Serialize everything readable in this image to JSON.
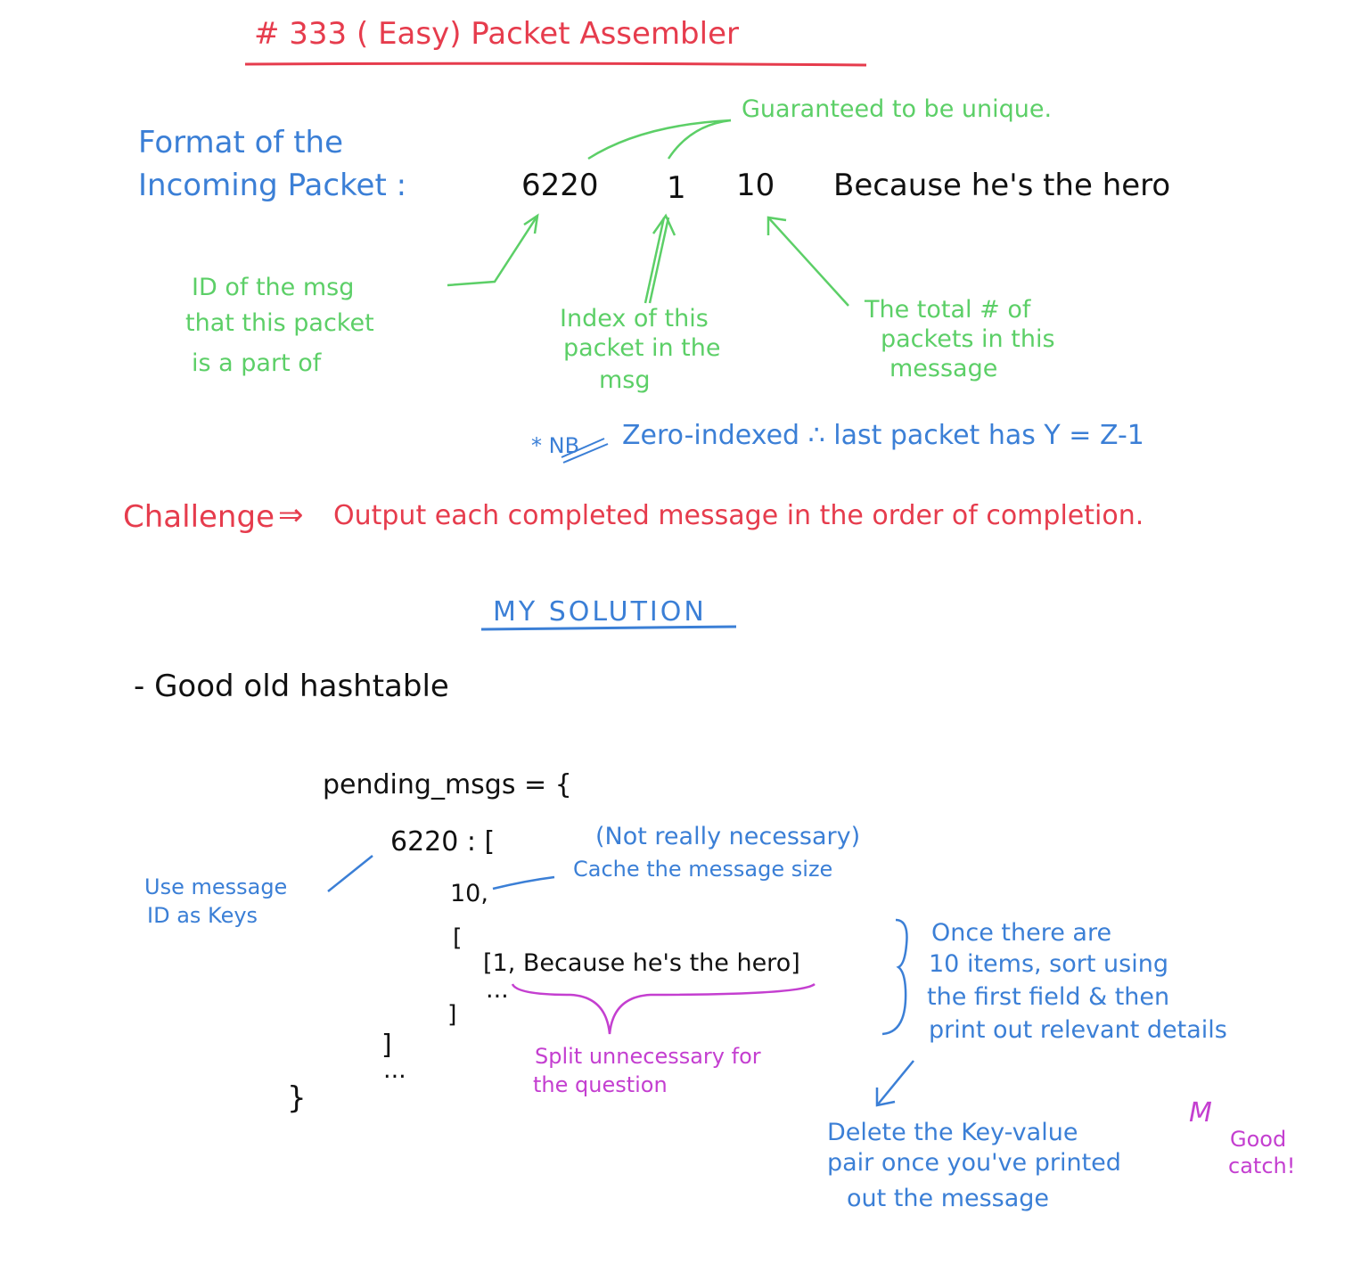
{
  "title": "# 333 ( Easy)  Packet  Assembler",
  "format_label_line1": "Format of the",
  "format_label_line2": "Incoming Packet :",
  "packet": {
    "msg_id": "6220",
    "index": "1",
    "total": "10",
    "text": "Because he's the hero"
  },
  "annotations": {
    "unique": "Guaranteed to be unique.",
    "msg_id_line1": "ID of the msg",
    "msg_id_line2": "that this packet",
    "msg_id_line3": "is a part of",
    "index_line1": "Index of this",
    "index_line2": "packet in the",
    "index_line3": "msg",
    "total_line1": "The total # of",
    "total_line2": "packets in this",
    "total_line3": "message",
    "nb_prefix": "* NB",
    "nb_text": "Zero-indexed ∴ last packet has Y = Z-1"
  },
  "challenge": {
    "label": "Challenge",
    "arrow": "⇒",
    "text": "Output each completed message in the order of completion."
  },
  "solution": {
    "heading": "MY SOLUTION",
    "bullet": "- Good old hashtable",
    "code": {
      "line1": "pending_msgs = {",
      "line2": "6220 : [",
      "line3": "10,",
      "line4": "[",
      "line5": "[1, Because he's the hero]",
      "line6": "...",
      "line7": "]",
      "line8": "]",
      "line9": "...",
      "line10": "}"
    },
    "notes": {
      "keys_line1": "Use message",
      "keys_line2": "ID as Keys",
      "not_necessary": "(Not really necessary)",
      "cache_size": "Cache the message size",
      "sort_line1": "Once there are",
      "sort_line2": "10 items, sort using",
      "sort_line3": "the first field & then",
      "sort_line4": "print out relevant details",
      "delete_line1": "Delete the Key-value",
      "delete_line2": "pair once you've printed",
      "delete_line3": "out the message"
    },
    "review": {
      "split_line1": "Split unnecessary for",
      "split_line2": "the question",
      "initials": "M",
      "good_catch_line1": "Good",
      "good_catch_line2": "catch!"
    }
  }
}
